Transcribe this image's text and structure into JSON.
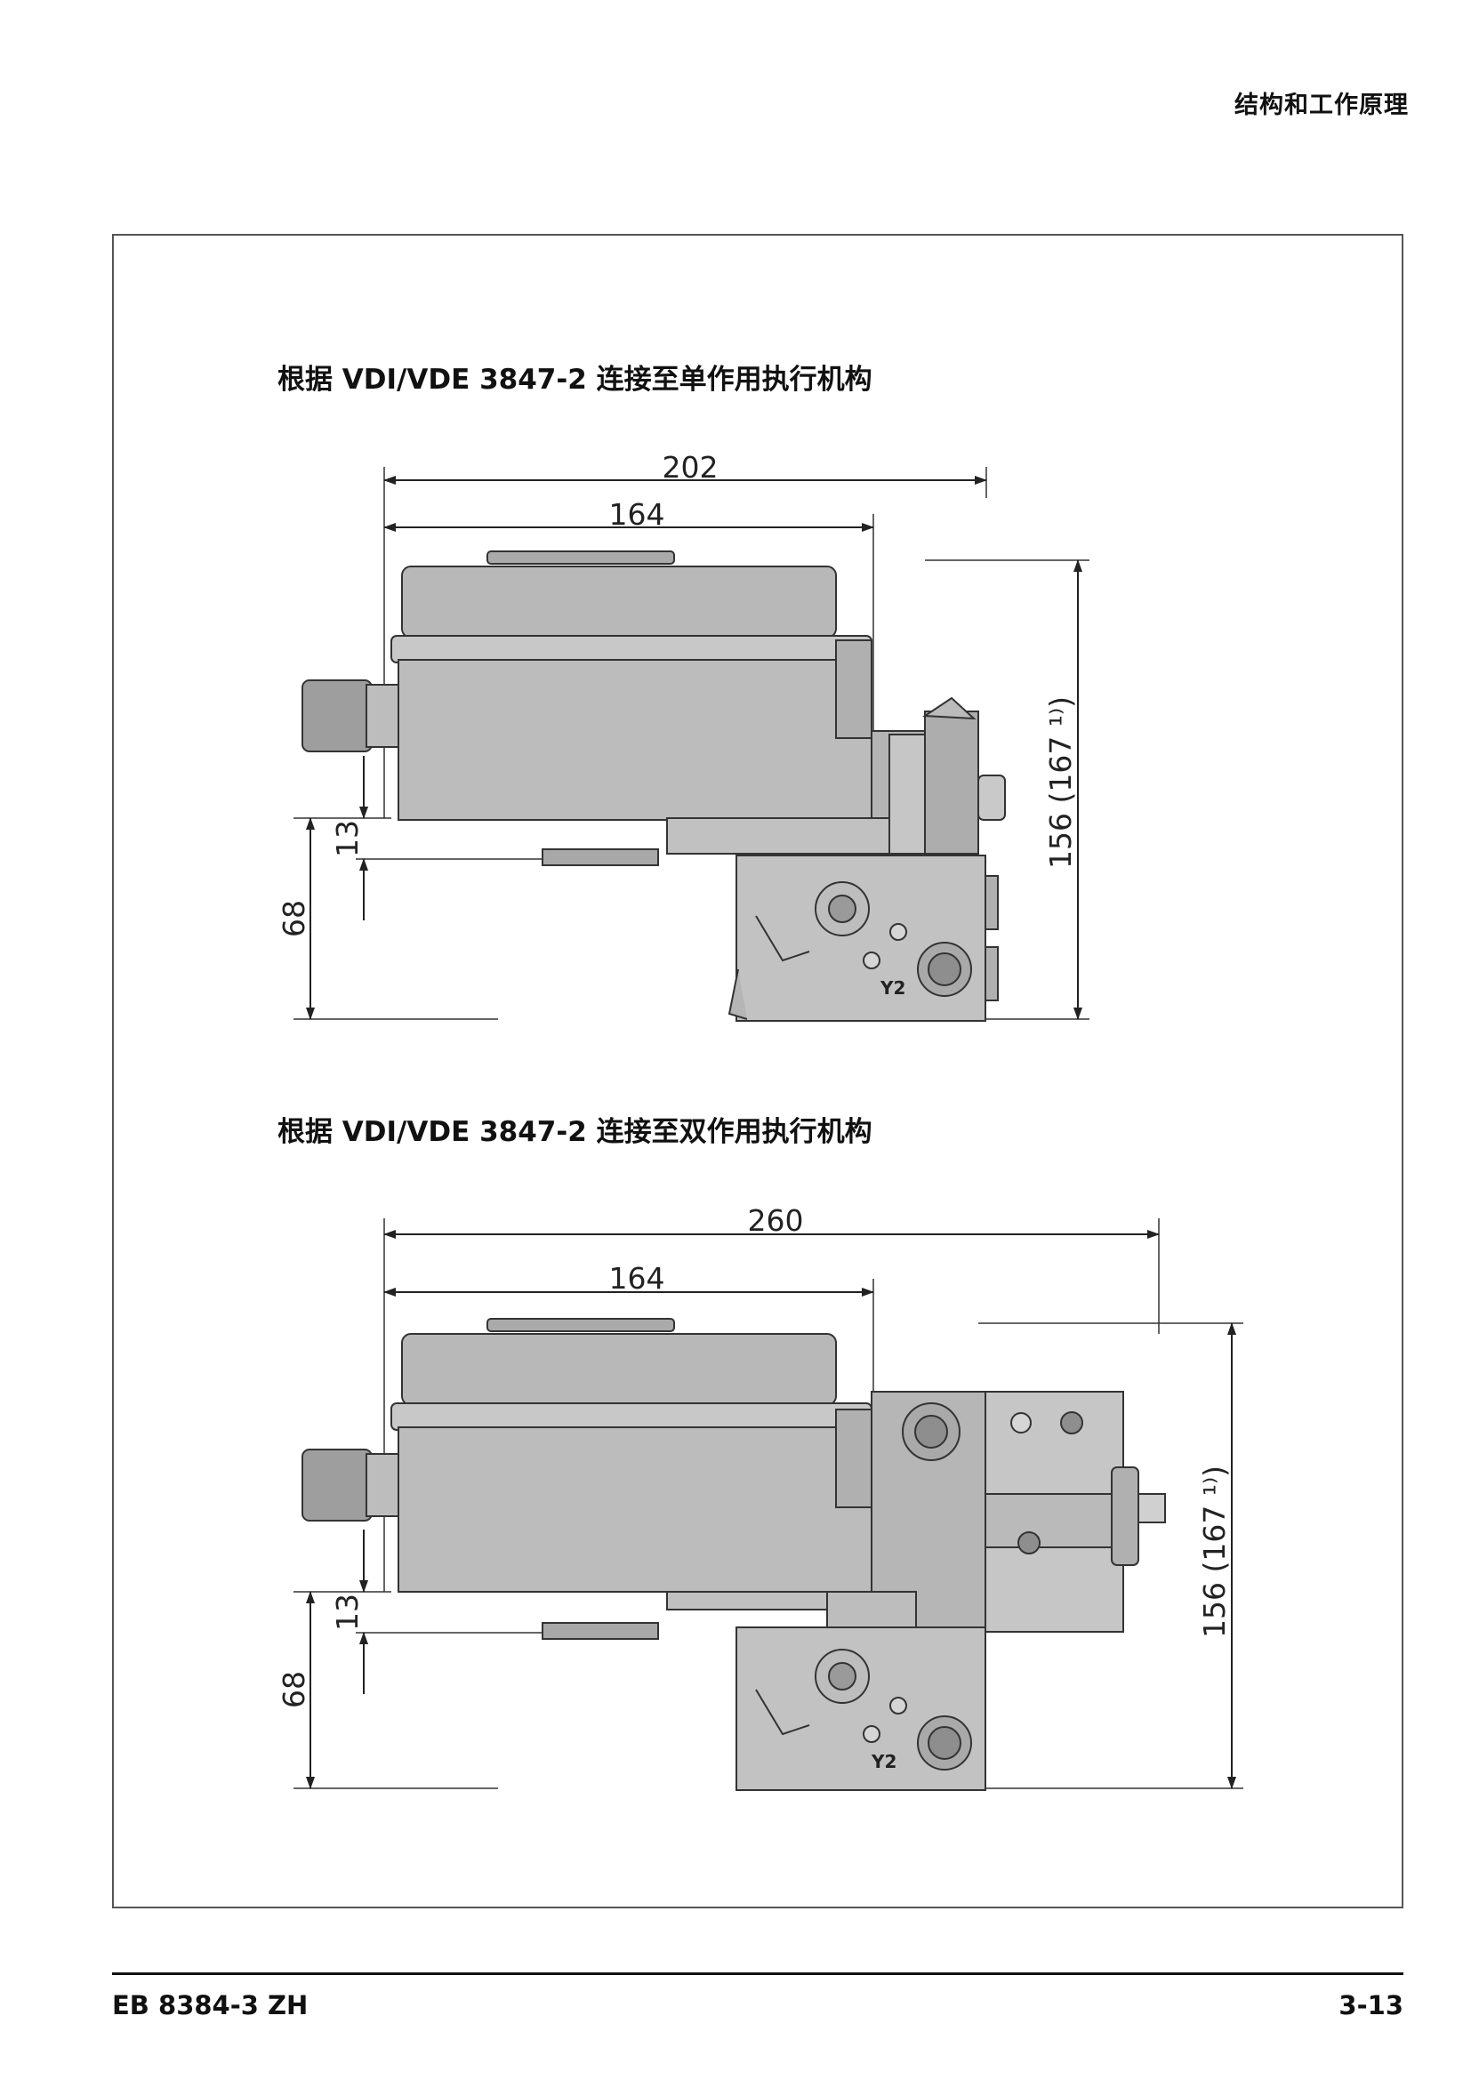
{
  "header": {
    "section_title": "结构和工作原理"
  },
  "figures": [
    {
      "caption": "根据 VDI/VDE 3847-2 连接至单作用执行机构",
      "dimensions": {
        "overall_width": "202",
        "body_width": "164",
        "height": "156 (167 ¹⁾)",
        "offset": "13",
        "lower_height": "68"
      },
      "valve_label": "Y2"
    },
    {
      "caption": "根据 VDI/VDE 3847-2 连接至双作用执行机构",
      "dimensions": {
        "overall_width": "260",
        "body_width": "164",
        "height": "156 (167 ¹⁾)",
        "offset": "13",
        "lower_height": "68"
      },
      "valve_label": "Y2"
    }
  ],
  "footer": {
    "doc_id": "EB 8384-3 ZH",
    "page_number": "3-13"
  }
}
